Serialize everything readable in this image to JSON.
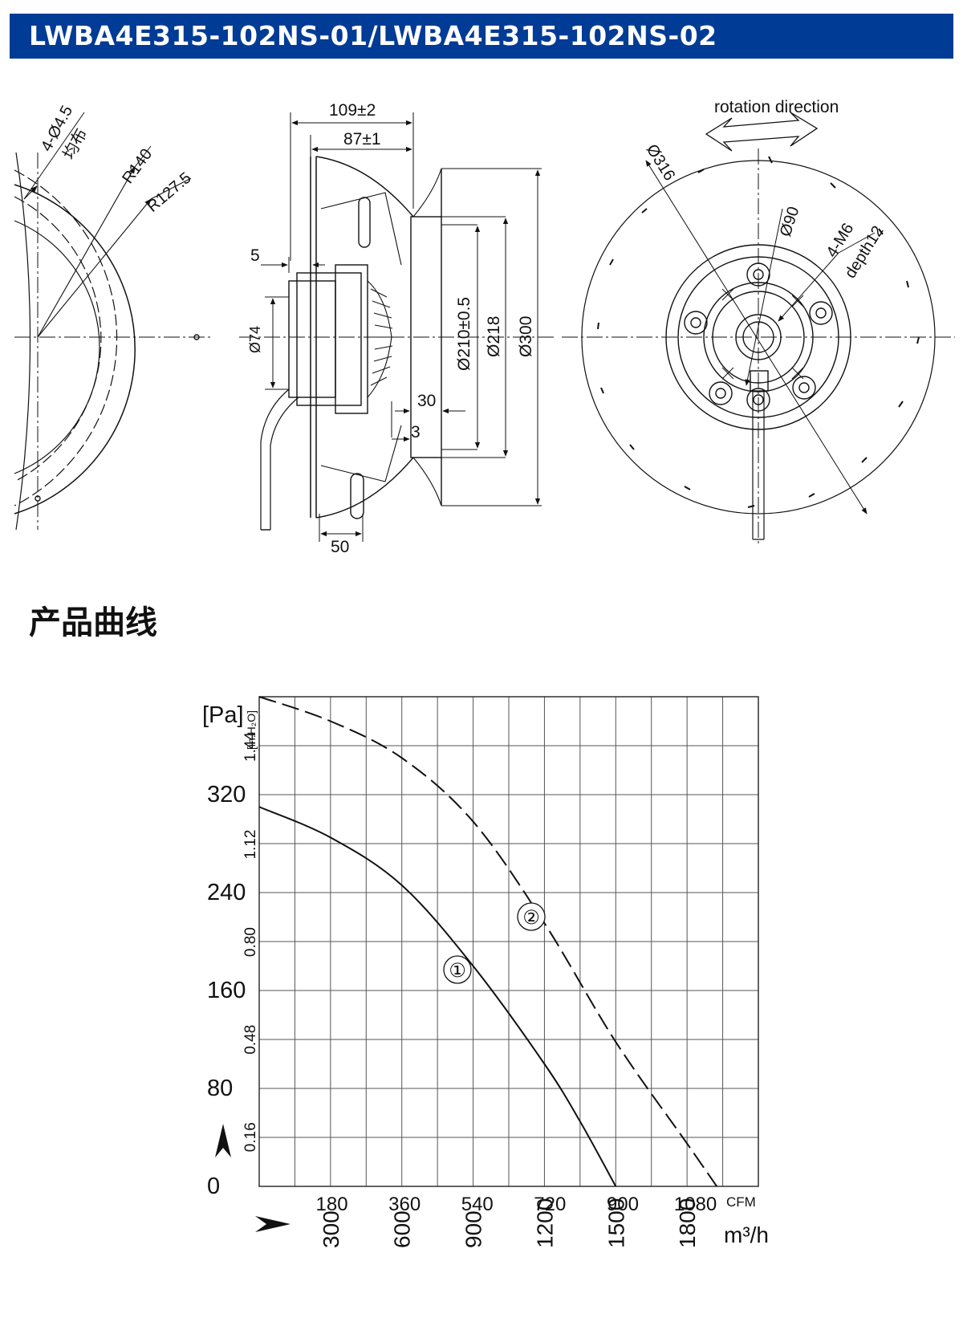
{
  "header": {
    "title": "LWBA4E315-102NS-01/LWBA4E315-102NS-02"
  },
  "section": {
    "heading": "产品曲线"
  },
  "drawing": {
    "left_view": {
      "holes_label": "4-Ø4.5",
      "holes_note": "均布",
      "radius_outer": "R140",
      "radius_inner": "R127.5"
    },
    "side_view": {
      "dim_overall_depth": "109±2",
      "dim_impeller_depth": "87±1",
      "dim_flange": "5",
      "dim_hub": "Ø74",
      "dim_inlet": "Ø210±0.5",
      "dim_ring": "Ø218",
      "dim_outer": "Ø300",
      "dim_inlet_depth": "30",
      "dim_gap": "3",
      "dim_cable": "50"
    },
    "front_view": {
      "rotation_label": "rotation direction",
      "dim_outer": "Ø316",
      "dim_center": "Ø90",
      "thread_label": "4-M6",
      "thread_depth": "depth12"
    }
  },
  "chart_data": {
    "type": "line",
    "ylabel": "[Pa]",
    "ylabel_secondary": "[in.H₂O]",
    "xlabel": "m³/h",
    "xlabel_secondary": "CFM",
    "x_ticks_m3h": [
      "300",
      "600",
      "900",
      "1200",
      "1500",
      "1800"
    ],
    "x_ticks_cfm": [
      "180",
      "360",
      "540",
      "720",
      "900",
      "1080"
    ],
    "y_ticks_pa": [
      "0",
      "80",
      "160",
      "240",
      "320"
    ],
    "y_ticks_inh2o": [
      "0.16",
      "0.48",
      "0.80",
      "1.12",
      "1.44"
    ],
    "xlim": [
      0,
      2100
    ],
    "ylim": [
      0,
      400
    ],
    "grid": true,
    "series": [
      {
        "name": "①",
        "style": "solid",
        "points": [
          [
            0,
            310
          ],
          [
            300,
            285
          ],
          [
            600,
            246
          ],
          [
            900,
            180
          ],
          [
            1200,
            100
          ],
          [
            1350,
            53
          ],
          [
            1500,
            0
          ]
        ]
      },
      {
        "name": "②",
        "style": "dashed",
        "points": [
          [
            0,
            400
          ],
          [
            300,
            380
          ],
          [
            600,
            350
          ],
          [
            900,
            298
          ],
          [
            1200,
            215
          ],
          [
            1500,
            118
          ],
          [
            1800,
            35
          ],
          [
            1925,
            0
          ]
        ]
      }
    ]
  }
}
